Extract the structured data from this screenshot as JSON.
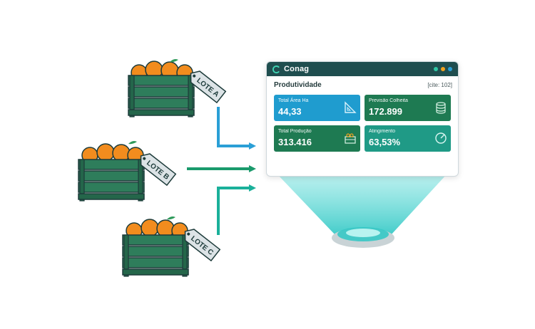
{
  "crates": [
    {
      "tag": "LOTE A"
    },
    {
      "tag": "LOTE B"
    },
    {
      "tag": "LOTE C"
    }
  ],
  "window": {
    "app_name": "Conag",
    "panel_title": "Produtividade",
    "cite": "[cite: 102]"
  },
  "cards": [
    {
      "label": "Total Área Ha",
      "value": "44,33",
      "icon": "ruler-triangle-icon",
      "color": "#1f9ccf"
    },
    {
      "label": "Previsão Colheita",
      "value": "172.899",
      "icon": "coins-stack-icon",
      "color": "#1e7a52"
    },
    {
      "label": "Total Produção",
      "value": "313.416",
      "icon": "crate-box-icon",
      "color": "#1e7a52"
    },
    {
      "label": "Atingimento",
      "value": "63,53%",
      "icon": "target-gauge-icon",
      "color": "#1f9a86"
    }
  ],
  "colors": {
    "crate_green": "#2e7d5b",
    "orange": "#f28c1e",
    "arrow_blue": "#2a9fd6",
    "arrow_green": "#1a9a6c",
    "arrow_teal": "#1ab09a",
    "titlebar": "#1f4e4f"
  }
}
